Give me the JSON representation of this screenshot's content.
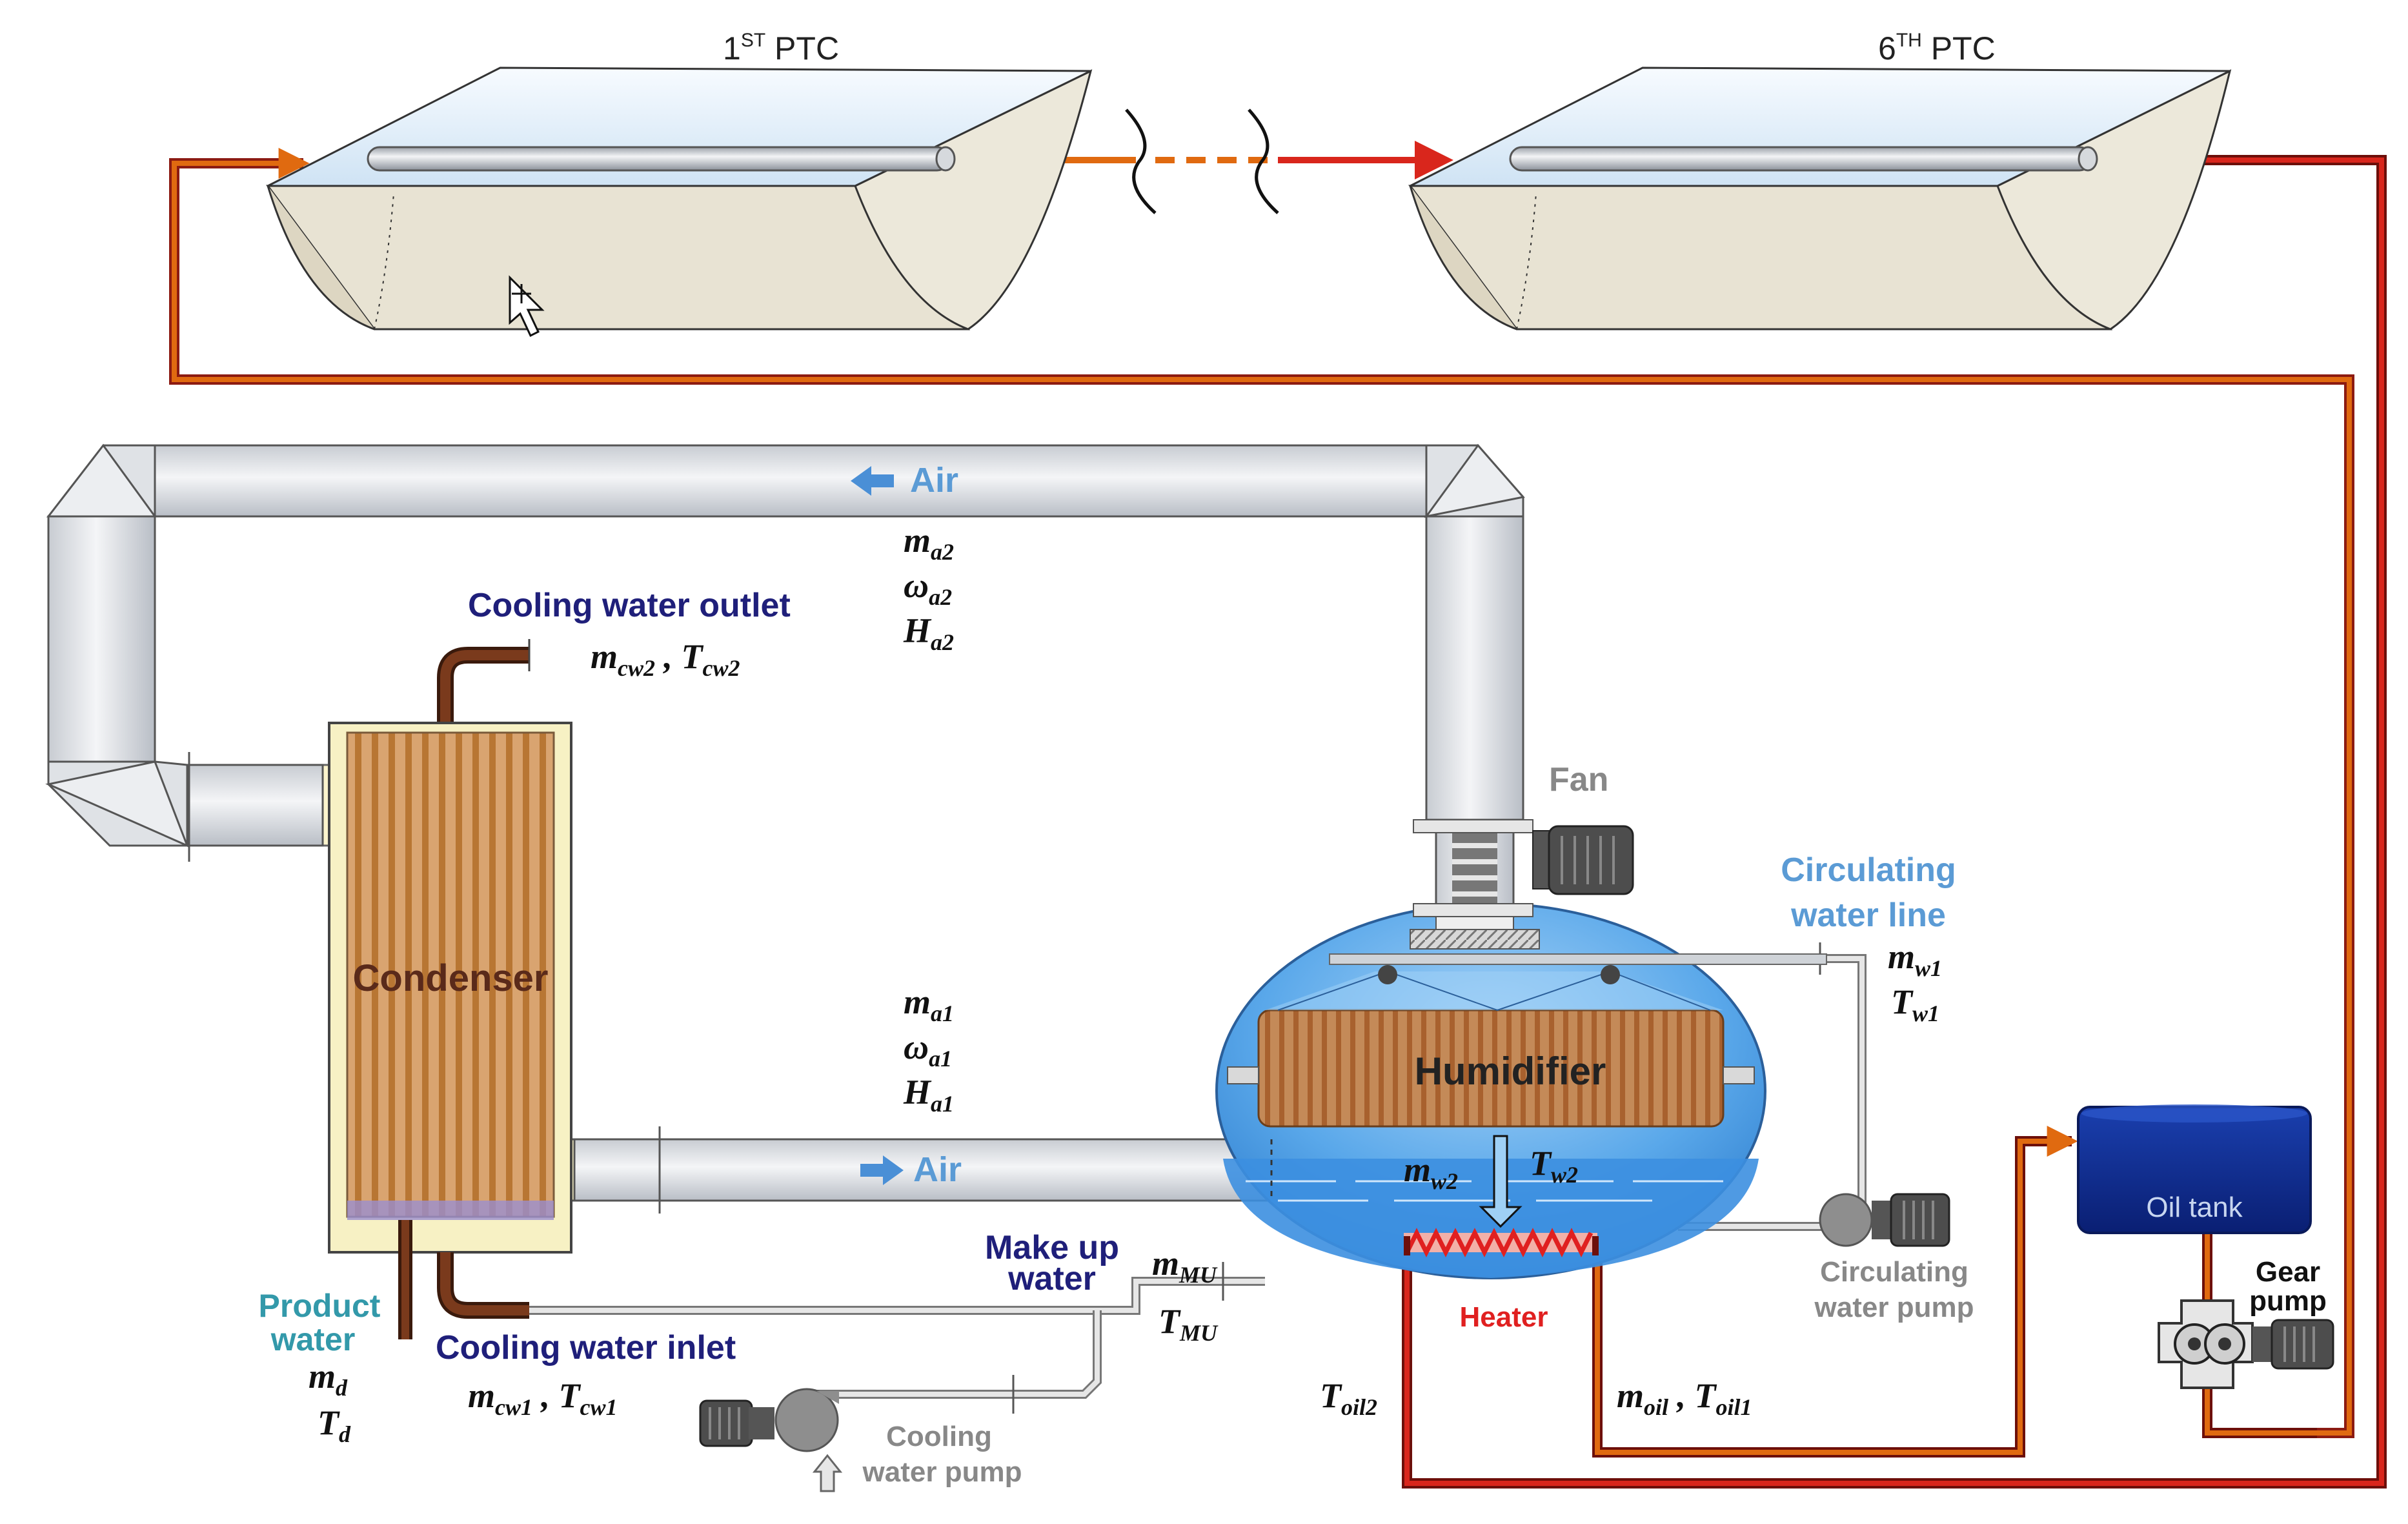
{
  "collectors": {
    "first_label": "1ST PTC",
    "first_num": "1",
    "first_sup": "ST",
    "first_suffix": " PTC",
    "last_label": "6TH PTC",
    "last_num": "6",
    "last_sup": "TH",
    "last_suffix": " PTC"
  },
  "air_top": {
    "label": "Air",
    "m": "m",
    "m_sub": "a2",
    "omega": "ω",
    "omega_sub": "a2",
    "h": "H",
    "h_sub": "a2"
  },
  "air_bottom": {
    "label": "Air",
    "m": "m",
    "m_sub": "a1",
    "omega": "ω",
    "omega_sub": "a1",
    "h": "H",
    "h_sub": "a1"
  },
  "cooling_outlet": {
    "label": "Cooling water outlet",
    "m": "m",
    "m_sub": "cw2",
    "t": "T",
    "t_sub": "cw2",
    "sep": " , "
  },
  "cooling_inlet": {
    "label": "Cooling water inlet",
    "m": "m",
    "m_sub": "cw1",
    "t": "T",
    "t_sub": "cw1",
    "sep": " , "
  },
  "condenser": {
    "label": "Condenser"
  },
  "product_water": {
    "label_line1": "Product",
    "label_line2": "water",
    "m": "m",
    "m_sub": "d",
    "t": "T",
    "t_sub": "d"
  },
  "fan": {
    "label": "Fan"
  },
  "circulating_line": {
    "label_line1": "Circulating",
    "label_line2": "water line",
    "m": "m",
    "m_sub": "w1",
    "t": "T",
    "t_sub": "w1"
  },
  "humidifier": {
    "label": "Humidifier",
    "m": "m",
    "m_sub": "w2",
    "t": "T",
    "t_sub": "w2"
  },
  "makeup": {
    "label_line1": "Make up",
    "label_line2": "water",
    "m": "m",
    "m_sub": "MU",
    "t": "T",
    "t_sub": "MU"
  },
  "heater": {
    "label": "Heater",
    "t": "T",
    "t_sub": "oil2",
    "m": "m",
    "m_sub": "oil",
    "t2": "T",
    "t2_sub": "oil1",
    "sep": " , "
  },
  "circ_pump": {
    "label_line1": "Circulating",
    "label_line2": "water pump"
  },
  "cool_pump": {
    "label_line1": "Cooling",
    "label_line2": "water pump"
  },
  "oil_tank": {
    "label": "Oil tank"
  },
  "gear_pump": {
    "label_line1": "Gear",
    "label_line2": "pump"
  },
  "colors": {
    "oil_hot": "#d9261c",
    "oil_cold": "#e06a10",
    "label_navy": "#1f1f7a",
    "label_lightblue": "#5b9bd5",
    "label_teal": "#3399aa",
    "label_gray": "#888888",
    "heater_red": "#e02020",
    "condenser_text": "#5a2a1a"
  }
}
